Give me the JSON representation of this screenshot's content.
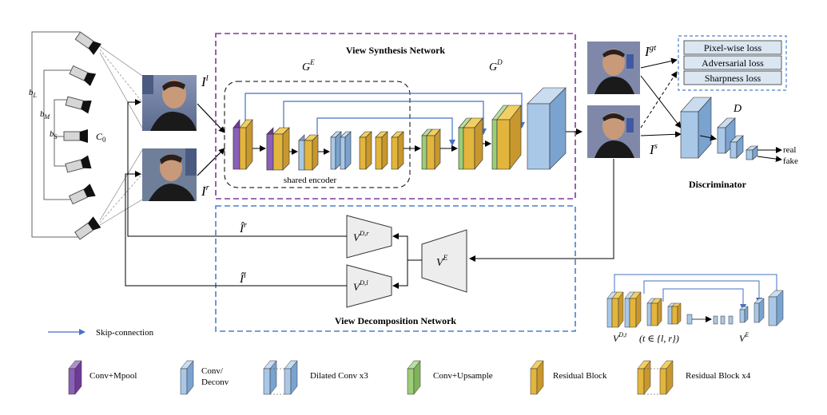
{
  "colors": {
    "blue": "#a9c8e8",
    "blue_dark": "#7aa3cf",
    "yellow": "#e3b53d",
    "yellow_light": "#f2cf63",
    "green": "#9ccd77",
    "purple": "#8b5fb8",
    "purple_box": "#7d3c98",
    "blue_box": "#4a7fd0",
    "skip_arrow": "#4472c4",
    "loss_box": "#dbe6f3"
  },
  "inputs": {
    "baselines": [
      "b_L",
      "b_M",
      "b_S"
    ],
    "center_camera": "C_0",
    "left_label": "I^l",
    "right_label": "I^r"
  },
  "synthesis": {
    "title": "View Synthesis Network",
    "encoder_label": "G^E",
    "decoder_label": "G^D",
    "shared_encoder": "shared encoder"
  },
  "outputs": {
    "gt_label": "I^{gt}",
    "synth_label": "I^s"
  },
  "losses": [
    "Pixel-wise loss",
    "Adversarial loss",
    "Sharpness loss"
  ],
  "discriminator": {
    "label": "D",
    "title": "Discriminator",
    "outputs": [
      "real",
      "fake"
    ]
  },
  "decomposition": {
    "title": "View Decomposition Network",
    "encoder_label": "V^E",
    "decoder_right_label": "V^{D,r}",
    "decoder_left_label": "V^{D,l}",
    "right_out": "Î^r",
    "left_out": "Î^l"
  },
  "mini_net": {
    "decoder_label": "V^{D,t}",
    "condition": "(t ∈ {l, r})",
    "encoder_label": "V^E"
  },
  "legend": {
    "skip": "Skip-connection",
    "items": [
      "Conv+Mpool",
      "Conv/\nDeconv",
      "Dilated Conv x3",
      "Conv+Upsample",
      "Residual Block",
      "Residual Block x4"
    ]
  }
}
